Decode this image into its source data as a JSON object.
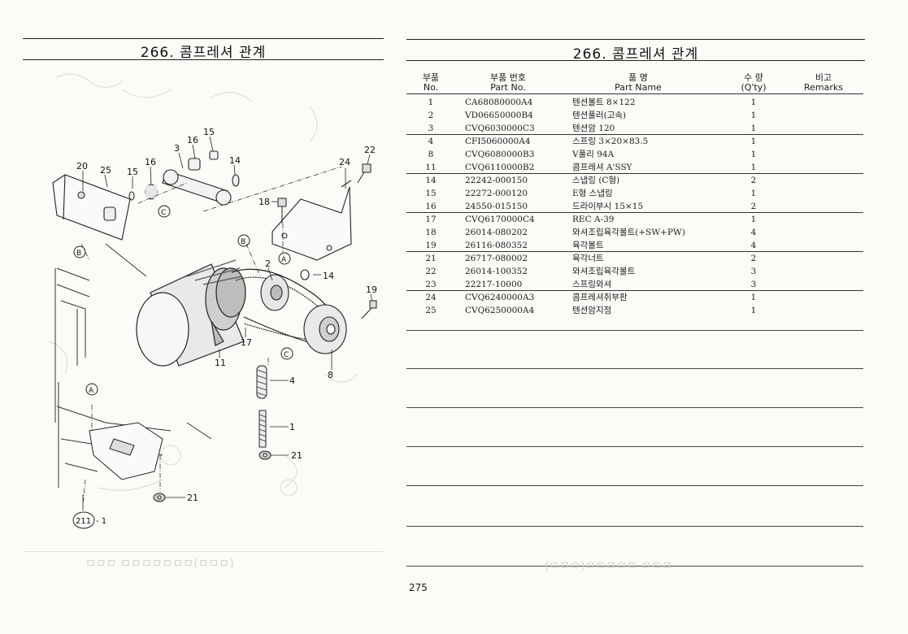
{
  "left_page": {
    "title": "266. 콤프레셔 관계",
    "diagram_callouts": [
      "15",
      "16",
      "3",
      "14",
      "22",
      "20",
      "25",
      "15",
      "16",
      "24",
      "18",
      "B",
      "B",
      "C",
      "A",
      "2",
      "14",
      "19",
      "11",
      "17",
      "8",
      "C",
      "4",
      "A",
      "1",
      "21",
      "21",
      "211",
      "- 1"
    ]
  },
  "right_page": {
    "title": "266. 콤프레셔 관계",
    "header": {
      "no_kr": "부품",
      "no_en": "No.",
      "pn_kr": "부품  번호",
      "pn_en": "Part  No.",
      "name_kr": "품       명",
      "name_en": "Part      Name",
      "qty_kr": "수  량",
      "qty_en": "(Q'ty)",
      "rem_kr": "비고",
      "rem_en": "Remarks"
    },
    "parts": [
      {
        "no": "1",
        "part_no": "CA68080000A4",
        "name": "텐션볼트 8×122",
        "qty": "1"
      },
      {
        "no": "2",
        "part_no": "VD06650000B4",
        "name": "텐션풀러(고속)",
        "qty": "1"
      },
      {
        "no": "3",
        "part_no": "CVQ6030000C3",
        "name": "텐션암 120",
        "qty": "1"
      },
      {
        "no": "4",
        "part_no": "CFI5060000A4",
        "name": "스프링 3×20×83.5",
        "qty": "1"
      },
      {
        "no": "8",
        "part_no": "CVQ6080000B3",
        "name": "V풀리 94A",
        "qty": "1"
      },
      {
        "no": "11",
        "part_no": "CVQ6110000B2",
        "name": "콤프레셔 A'SSY",
        "qty": "1"
      },
      {
        "no": "14",
        "part_no": "22242-000150",
        "name": "스냅링 (C형)",
        "qty": "2"
      },
      {
        "no": "15",
        "part_no": "22272-000120",
        "name": "E형 스냅링",
        "qty": "1"
      },
      {
        "no": "16",
        "part_no": "24550-015150",
        "name": "드라이부시 15×15",
        "qty": "2"
      },
      {
        "no": "17",
        "part_no": "CVQ6170000C4",
        "name": "REC A-39",
        "qty": "1"
      },
      {
        "no": "18",
        "part_no": "26014-080202",
        "name": "와셔조립육각볼트(+SW+PW)",
        "qty": "4"
      },
      {
        "no": "19",
        "part_no": "26116-080352",
        "name": "육각볼트",
        "qty": "4"
      },
      {
        "no": "21",
        "part_no": "26717-080002",
        "name": "육각너트",
        "qty": "2"
      },
      {
        "no": "22",
        "part_no": "26014-100352",
        "name": "와셔조립육각볼트",
        "qty": "3"
      },
      {
        "no": "23",
        "part_no": "22217-10000",
        "name": "스프링와셔",
        "qty": "3"
      },
      {
        "no": "24",
        "part_no": "CVQ6240000A3",
        "name": "콤프레셔취부판",
        "qty": "1"
      },
      {
        "no": "25",
        "part_no": "CVQ6250000A4",
        "name": "텐션암지점",
        "qty": "1"
      }
    ],
    "page_number": "275"
  }
}
